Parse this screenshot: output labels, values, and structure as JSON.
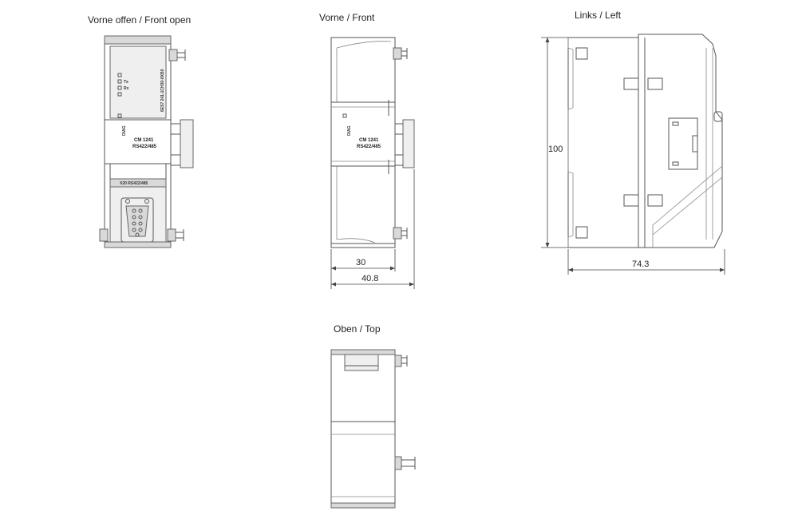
{
  "views": {
    "front_open": {
      "title": "Vorne offen / Front open",
      "module_name": "CM 1241",
      "module_type": "RS422/485",
      "port_label": "X20 RS422/485",
      "order_number": "6ES7 241-1CH30-0XB0",
      "leds": [
        "Tx",
        "Rx"
      ],
      "diag_label": "DIAG"
    },
    "front": {
      "title": "Vorne / Front",
      "module_name": "CM 1241",
      "module_type": "RS422/485",
      "diag_label": "DIAG",
      "dim_inner": "30",
      "dim_outer": "40.8"
    },
    "left": {
      "title": "Links / Left",
      "dim_height": "100",
      "dim_depth": "74.3"
    },
    "top": {
      "title": "Oben / Top"
    }
  }
}
